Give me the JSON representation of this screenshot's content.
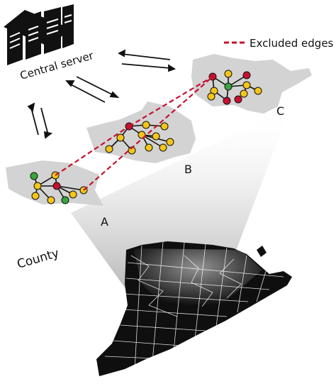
{
  "labels": {
    "server": "Central server",
    "legend_excluded": "Excluded edges",
    "county": "County",
    "region_a": "A",
    "region_b": "B",
    "region_c": "C"
  },
  "colors": {
    "region_fill": "#d3d3d3",
    "node_red": "#c8102e",
    "node_green": "#3aa63a",
    "node_yellow": "#f5c518",
    "excluded_edge": "#c8102e",
    "map_fill": "#0f0f0f",
    "map_borders": "#ffffff"
  }
}
